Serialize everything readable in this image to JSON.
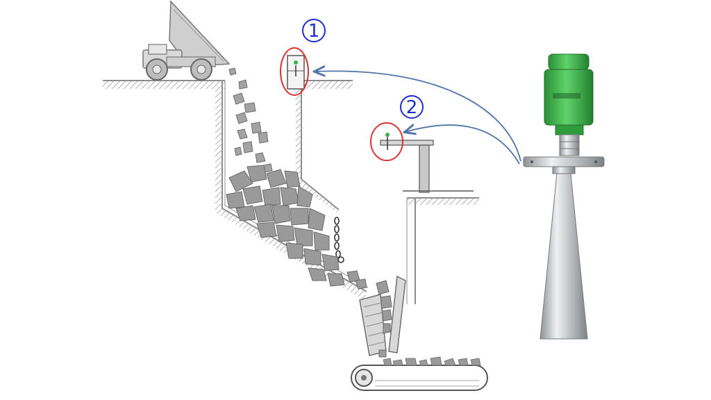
{
  "markers": [
    {
      "number": "1",
      "icon": "circled-digit-one"
    },
    {
      "number": "2",
      "icon": "circled-digit-two"
    }
  ],
  "colors": {
    "marker_text": "#1c2bd6",
    "highlight_circle": "#e03131",
    "arrow": "#4f74a8",
    "radar_green": "#3bb34a",
    "radar_steel": "#b8bcc0",
    "rock": "#9a9a9a",
    "wall": "#8c8c8c",
    "hatch": "#b0b0b0"
  }
}
